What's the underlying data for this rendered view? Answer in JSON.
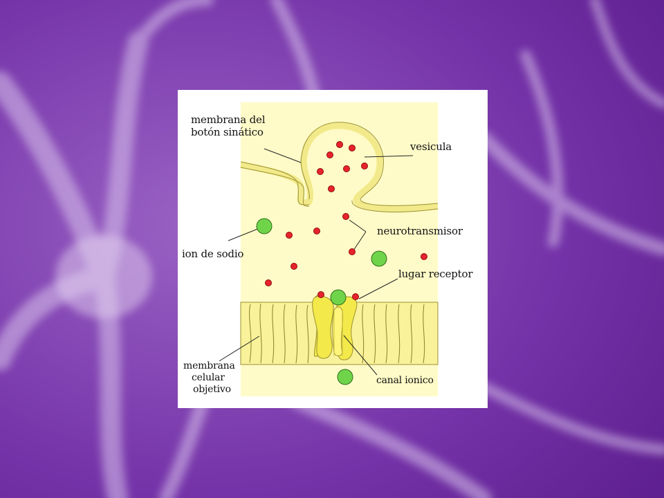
{
  "colors": {
    "background": "#6e2a9e",
    "panel_bg": "#ffffff",
    "cell_fill": "#fffbc8",
    "membrane_fill": "#f9f29a",
    "neurotransmitter": "#e8232b",
    "sodium_ion": "#6fd44a"
  },
  "labels": {
    "presynaptic_membrane": [
      "membrana del",
      "botón sinático"
    ],
    "vesicle": "vesicula",
    "neurotransmitter": "neurotransmisor",
    "sodium_ion": "ion de sodio",
    "receptor_site": "lugar receptor",
    "target_membrane": [
      "membrana",
      "celular",
      "objetivo"
    ],
    "ion_channel": "canal ionico"
  }
}
